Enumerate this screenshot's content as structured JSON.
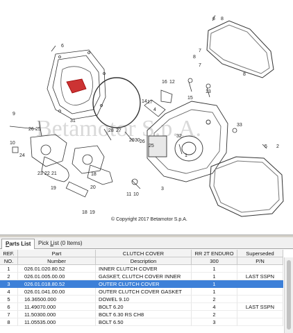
{
  "diagram": {
    "watermark": "Betamotor S.p.A.",
    "copyright": "© Copyright 2017 Betamotor S.p.A.",
    "callouts": [
      "6",
      "8",
      "6",
      "7",
      "8",
      "7",
      "8",
      "16",
      "12",
      "13",
      "15",
      "14",
      "17",
      "4",
      "9",
      "31",
      "28",
      "27",
      "26",
      "25",
      "29",
      "30",
      "26",
      "25",
      "33",
      "32",
      "5",
      "2",
      "24",
      "10",
      "1",
      "23",
      "22",
      "21",
      "18",
      "20",
      "19",
      "11",
      "10",
      "3",
      "18",
      "19"
    ]
  },
  "tabs": [
    {
      "label_pre": "",
      "label_u": "P",
      "label_post": "arts List",
      "active": true
    },
    {
      "label_pre": "Pick ",
      "label_u": "L",
      "label_post": "ist (0 Items)",
      "active": false
    }
  ],
  "table": {
    "header1": {
      "ref": "REF.",
      "part": "Part",
      "desc": "CLUTCH COVER",
      "model": "RR 2T ENDURO",
      "sup": "Superseded"
    },
    "header2": {
      "ref": "NO.",
      "part": "Number",
      "desc": "Description",
      "model": "300",
      "sup": "P/N"
    },
    "rows": [
      {
        "ref": "1",
        "part": "026.01.020.80.52",
        "desc": "INNER CLUTCH COVER",
        "qty": "1",
        "sup": ""
      },
      {
        "ref": "2",
        "part": "026.01.005.00.00",
        "desc": "GASKET, CLUTCH COVER INNER",
        "qty": "1",
        "sup": "LAST SSPN"
      },
      {
        "ref": "3",
        "part": "026.01.018.80.52",
        "desc": "OUTER CLUTCH COVER",
        "qty": "1",
        "sup": ""
      },
      {
        "ref": "4",
        "part": "026.01.041.00.00",
        "desc": "OUTER CLUTCH COVER GASKET",
        "qty": "1",
        "sup": ""
      },
      {
        "ref": "5",
        "part": "16.36500.000",
        "desc": "DOWEL 9.10",
        "qty": "2",
        "sup": ""
      },
      {
        "ref": "6",
        "part": "11.49070.000",
        "desc": "BOLT 6.20",
        "qty": "4",
        "sup": "LAST SSPN"
      },
      {
        "ref": "7",
        "part": "11.50300.000",
        "desc": "BOLT 6.30 RS CH8",
        "qty": "2",
        "sup": ""
      },
      {
        "ref": "8",
        "part": "11.05535.000",
        "desc": "BOLT 6.50",
        "qty": "3",
        "sup": ""
      }
    ],
    "selected_ref": "3"
  },
  "colors": {
    "selection": "#3d80d8",
    "diagram_line": "#333333",
    "watermark": "#d9d9d9"
  }
}
